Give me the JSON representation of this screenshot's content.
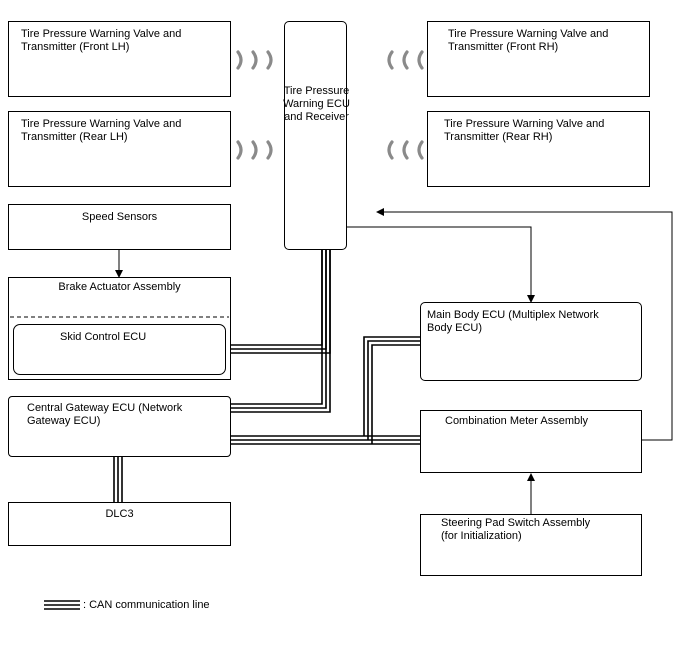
{
  "diagram": {
    "valve_front_lh": "Tire Pressure Warning Valve and\nTransmitter (Front LH)",
    "valve_rear_lh": "Tire Pressure Warning Valve and\nTransmitter (Rear LH)",
    "valve_front_rh": "Tire Pressure Warning Valve and\nTransmitter (Front RH)",
    "valve_rear_rh": "Tire Pressure Warning Valve and\nTransmitter (Rear RH)",
    "tpms_ecu": "Tire Pressure\nWarning ECU\nand Receiver",
    "speed_sensors": "Speed Sensors",
    "brake_actuator": "Brake Actuator Assembly",
    "skid_control": "Skid Control ECU",
    "central_gateway": "Central Gateway ECU (Network\nGateway ECU)",
    "dlc3": "DLC3",
    "main_body": "Main Body ECU (Multiplex Network\nBody ECU)",
    "combination_meter": "Combination Meter Assembly",
    "steering_pad": "Steering Pad Switch Assembly\n(for Initialization)"
  },
  "legend": {
    "can_label": ": CAN communication line"
  },
  "colors": {
    "line": "#000000",
    "wave": "#8a8a8a"
  },
  "icons": {
    "wave": "radio-wave-icon"
  }
}
